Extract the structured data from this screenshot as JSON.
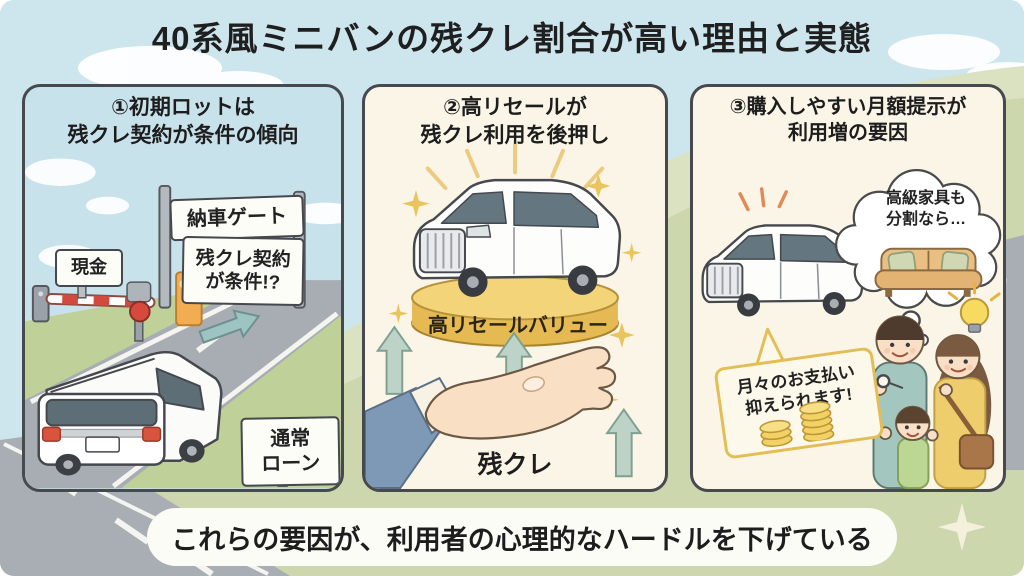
{
  "title": "40系風ミニバンの残クレ割合が高い理由と実態",
  "panels": [
    {
      "header_line1": "①初期ロットは",
      "header_line2": "残クレ契約が条件の傾向",
      "cash_sign": "現金",
      "gate_sign": "納車ゲート",
      "condition_line1": "残クレ契約",
      "condition_line2": "が条件!?",
      "loan_line1": "通常",
      "loan_line2": "ローン"
    },
    {
      "header_line1": "②高リセールが",
      "header_line2": "残クレ利用を後押し",
      "pedestal_label": "高リセールバリュー",
      "caption": "残クレ"
    },
    {
      "header_line1": "③購入しやすい月額提示が",
      "header_line2": "利用増の要因",
      "thought_line1": "高級家具も",
      "thought_line2": "分割なら…",
      "tag_line1": "月々のお支払い",
      "tag_line2": "抑えられます!"
    }
  ],
  "footer": "これらの要因が、利用者の心理的なハードルを下げている",
  "colors": {
    "sky": "#cde6ee",
    "grass": "#ccd7ae",
    "road": "#a9aeb4",
    "panel_cream": "#faf5e6",
    "gold": "#e8c25d",
    "barrier_red": "#d14a3d",
    "booth_orange": "#f2ad52",
    "arrow_teal": "#9dc4c2",
    "arrow_green": "#bed3c7",
    "outline": "#46494d",
    "text_dark": "#1d1d1d"
  }
}
